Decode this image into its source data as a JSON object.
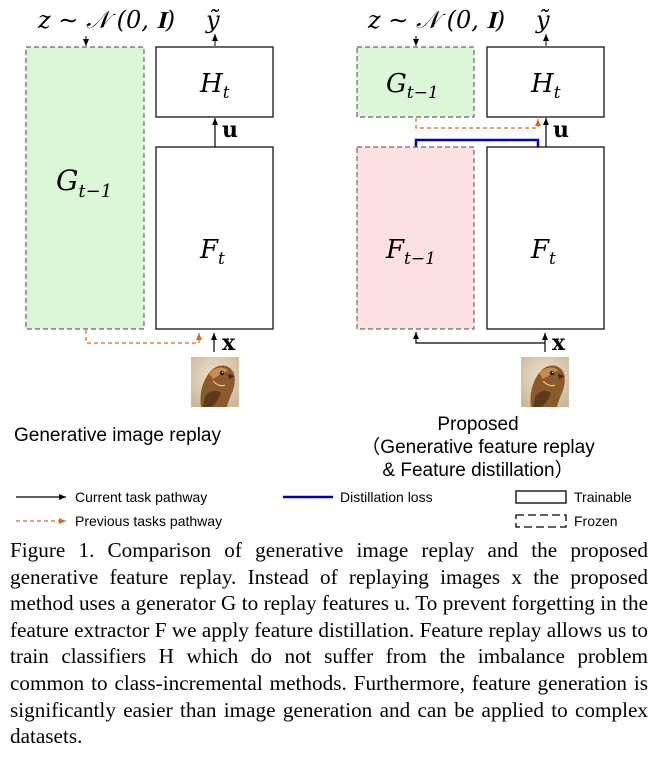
{
  "colors": {
    "generator_fill": "#dcf7d7",
    "old_extractor_fill": "#fce0e2",
    "trainable_fill": "#ffffff",
    "current_path": "#000000",
    "previous_path": "#d2691e",
    "distillation": "#0000b3"
  },
  "left": {
    "top_z": "z ∼ 𝒩 (0, 𝐈)",
    "top_y": "ỹ",
    "generator": "G",
    "generator_sub": "t−1",
    "head": "H",
    "head_sub": "t",
    "extractor": "F",
    "extractor_sub": "t",
    "u_label": "u",
    "x_label": "x",
    "image_icon": "hawk-photo",
    "title": "Generative image replay"
  },
  "right": {
    "top_z": "z ∼ 𝒩 (0, 𝐈)",
    "top_y": "ỹ",
    "generator": "G",
    "generator_sub": "t−1",
    "head": "H",
    "head_sub": "t",
    "old_extractor": "F",
    "old_extractor_sub": "t−1",
    "extractor": "F",
    "extractor_sub": "t",
    "u_label": "u",
    "x_label": "x",
    "image_icon": "hawk-photo",
    "title_line1": "Proposed",
    "title_line2": "（Generative feature replay",
    "title_line3": "& Feature distillation）"
  },
  "legend": {
    "current": "Current task pathway",
    "previous": "Previous tasks pathway",
    "distillation": "Distillation loss",
    "trainable": "Trainable",
    "frozen": "Frozen"
  },
  "caption": {
    "label": "Figure 1.",
    "text": "Comparison of generative image replay and the proposed generative feature replay. Instead of replaying images x the proposed method uses a generator G to replay features u. To prevent forgetting in the feature extractor F we apply feature distillation. Feature replay allows us to train classifiers H which do not suffer from the imbalance problem common to class-incremental methods. Furthermore, feature generation is significantly easier than image generation and can be applied to complex datasets."
  }
}
